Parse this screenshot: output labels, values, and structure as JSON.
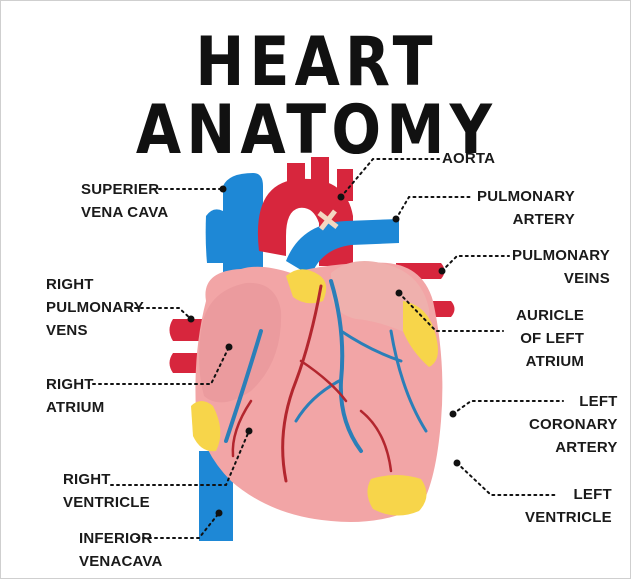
{
  "title": "HEART ANATOMY",
  "colors": {
    "artery_red": "#d7263d",
    "vein_blue": "#1e88d6",
    "muscle_pink": "#f2a5a6",
    "fat_yellow": "#f7d54a",
    "coronary_blue": "#2b7fb8",
    "coronary_red": "#b3262e"
  },
  "labels": {
    "aorta": [
      "AORTA"
    ],
    "superior_vena_cava": [
      "SUPERIER",
      "VENA CAVA"
    ],
    "pulmonary_artery": [
      "PULMONARY",
      "ARTERY"
    ],
    "pulmonary_veins": [
      "PULMONARY",
      "VEINS"
    ],
    "right_pulmonary_veins": [
      "RIGHT",
      "PULMONARY",
      "VENS"
    ],
    "auricle_left_atrium": [
      "AURICLE",
      "OF LEFT",
      "ATRIUM"
    ],
    "right_atrium": [
      "RIGHT",
      "ATRIUM"
    ],
    "left_coronary_artery": [
      "LEFT",
      "CORONARY",
      "ARTERY"
    ],
    "right_ventricle": [
      "RIGHT",
      "VENTRICLE"
    ],
    "left_ventricle": [
      "LEFT",
      "VENTRICLE"
    ],
    "inferior_vena_cava": [
      "INFERIOR",
      "VENACAVA"
    ]
  }
}
